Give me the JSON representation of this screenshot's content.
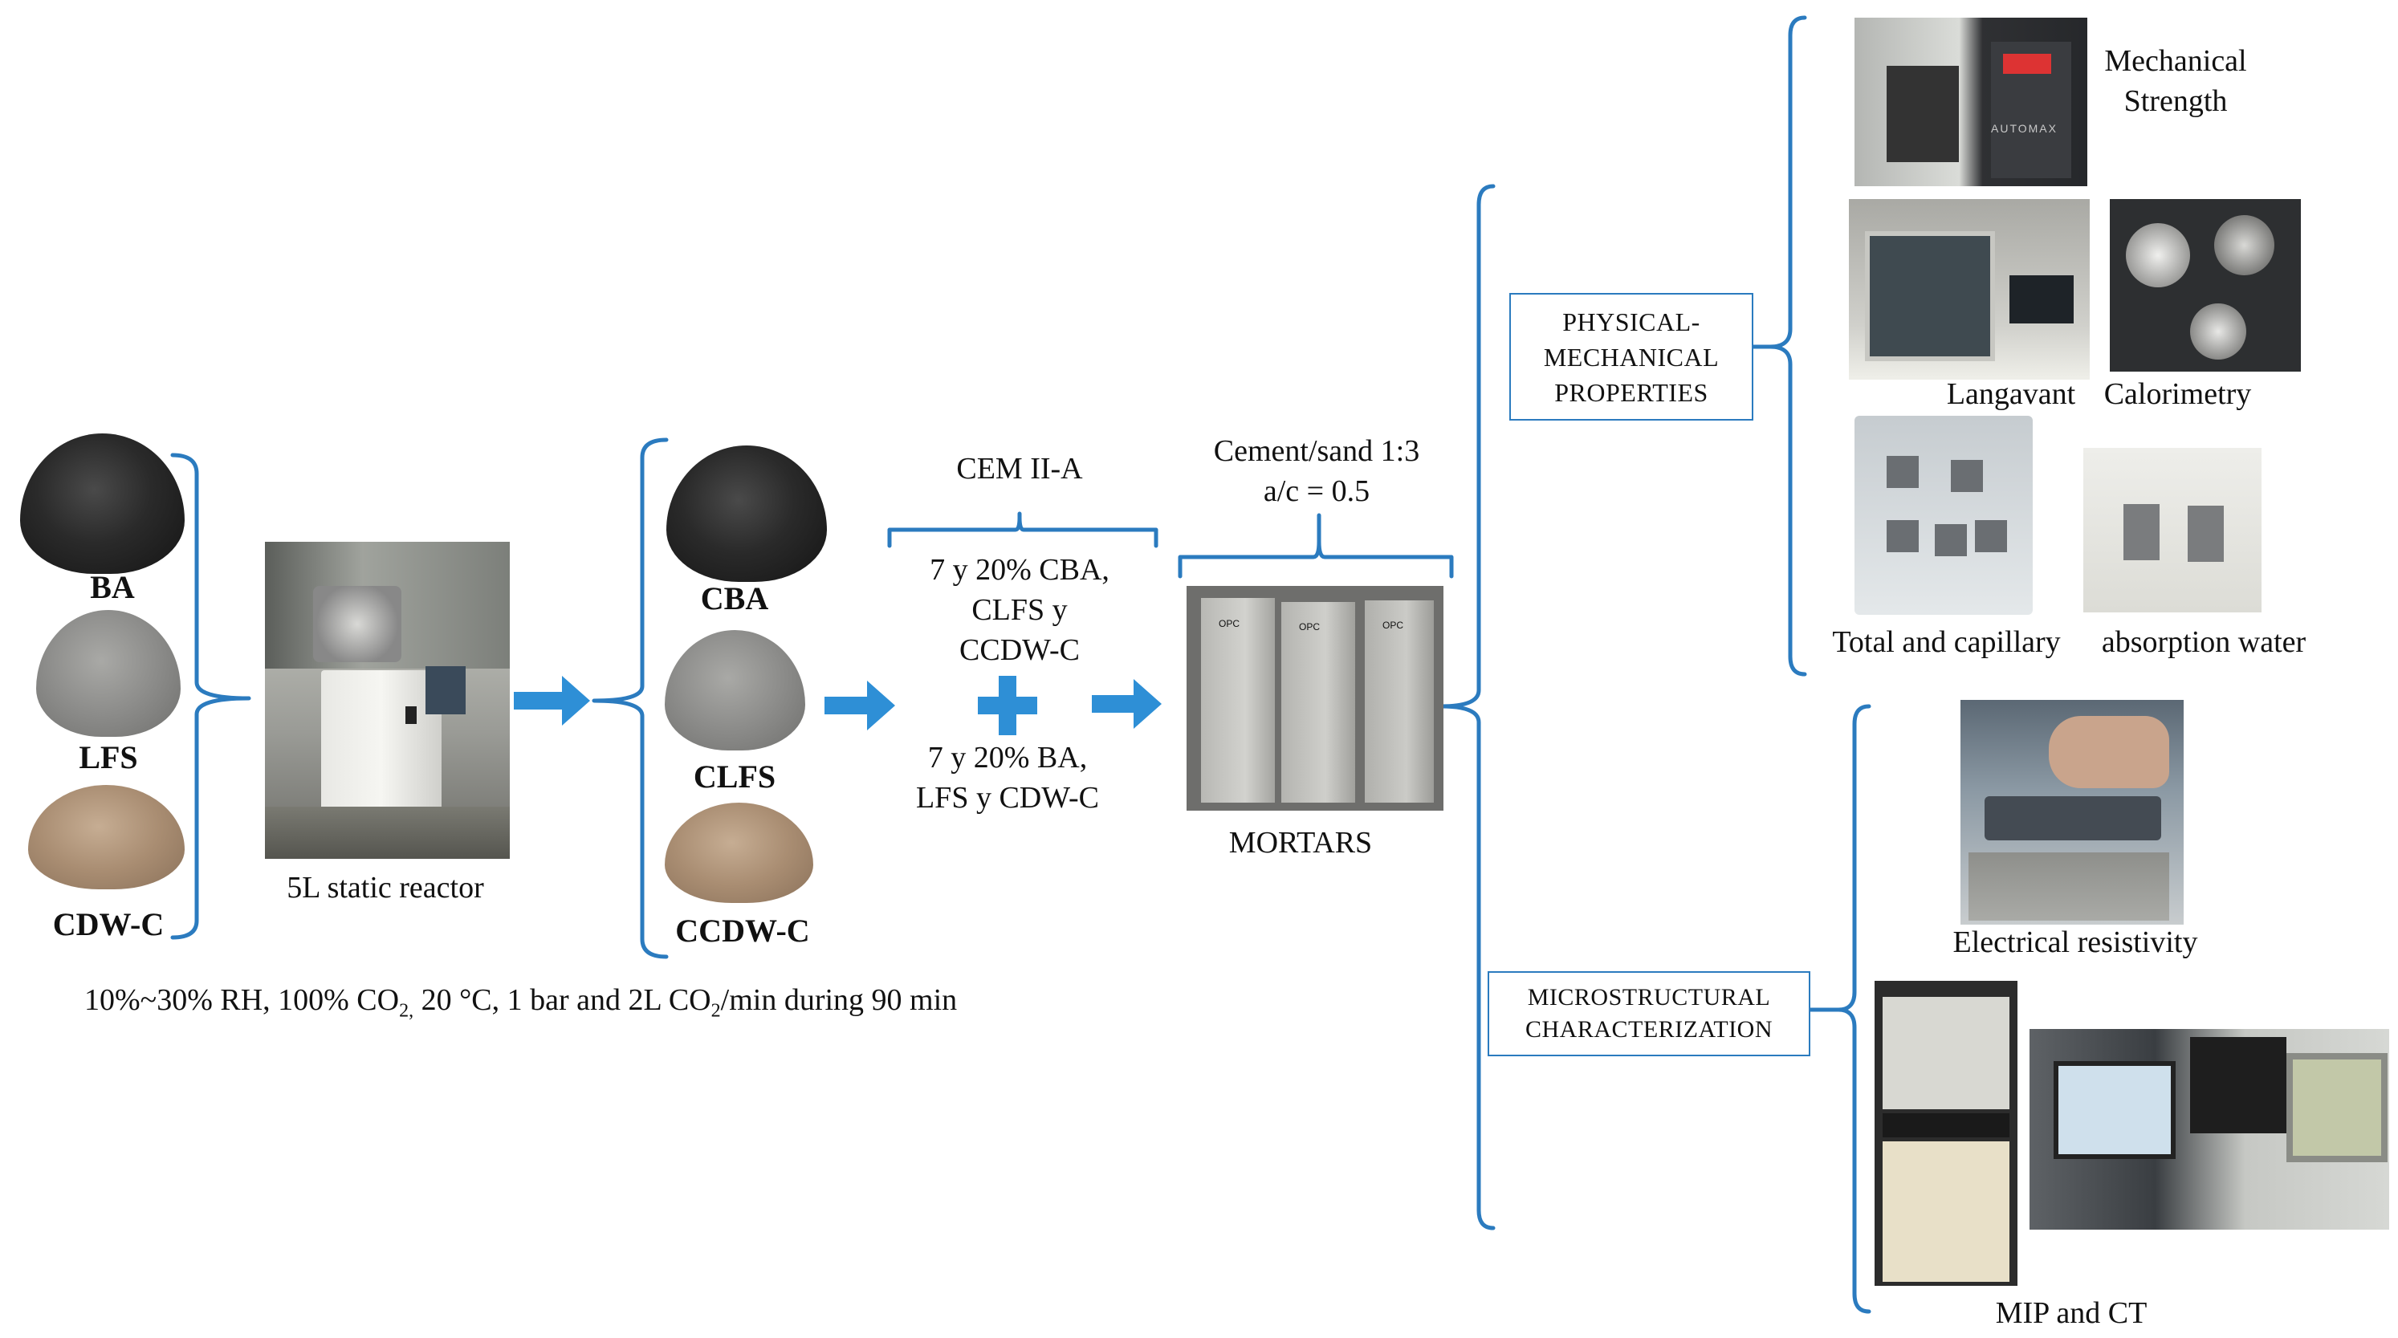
{
  "inputs": {
    "ba": "BA",
    "lfs": "LFS",
    "cdwc": "CDW-C",
    "reactor": "5L static reactor",
    "conditions_pre": "10%~30% RH, 100% CO",
    "conditions_sub1": "2,",
    "conditions_mid": " 20 °C, 1 bar and 2L CO",
    "conditions_sub2": "2",
    "conditions_post": "/min during 90 min"
  },
  "carbonated": {
    "cba": "CBA",
    "clfs": "CLFS",
    "ccdwc": "CCDW-C"
  },
  "mix": {
    "cement": "CEM II-A",
    "carbonated_line1": "7 y 20% CBA,",
    "carbonated_line2": "CLFS y",
    "carbonated_line3": "CCDW-C",
    "plus": "+",
    "natural_line1": "7 y 20% BA,",
    "natural_line2": "LFS y CDW-C"
  },
  "mortars": {
    "ratio1": "Cement/sand 1:3",
    "ratio2": "a/c = 0.5",
    "label": "MORTARS",
    "prism_tag": "OPC"
  },
  "physical": {
    "box_line1": "PHYSICAL-",
    "box_line2": "MECHANICAL",
    "box_line3": "PROPERTIES",
    "mech_line1": "Mechanical",
    "mech_line2": "Strength",
    "automax": "AUTOMAX",
    "langavant": "Langavant",
    "calorimetry": "Calorimetry",
    "absorption1": "Total and capillary",
    "absorption2": "absorption water"
  },
  "micro": {
    "box_line1": "MICROSTRUCTURAL",
    "box_line2": "CHARACTERIZATION",
    "resistivity": "Electrical resistivity",
    "mip": "MIP and CT"
  },
  "colors": {
    "accent": "#2b7bbf",
    "arrow": "#2e8fd6"
  }
}
